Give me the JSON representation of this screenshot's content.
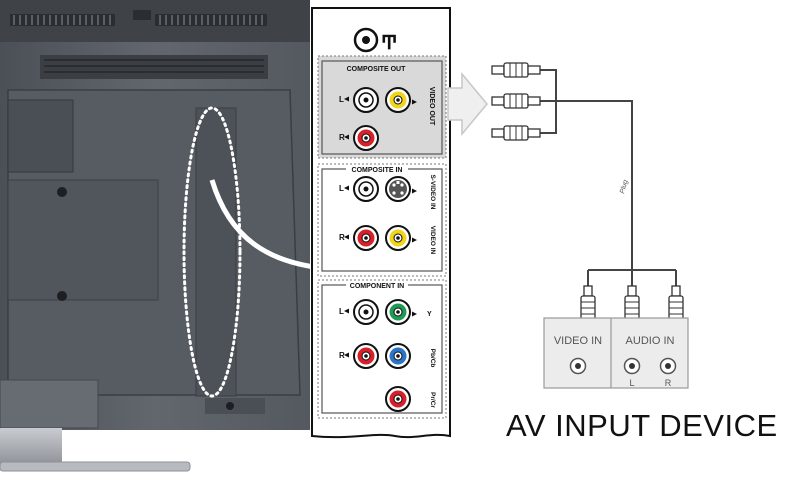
{
  "panel": {
    "antenna_symbol": "Ͳ",
    "composite_out": {
      "title": "COMPOSITE OUT",
      "side_label": "VIDEO OUT",
      "left_label": "L",
      "right_label": "R"
    },
    "composite_in": {
      "title": "COMPOSITE IN",
      "svideo_label": "S-VIDEO IN",
      "video_label": "VIDEO IN",
      "left_label": "L",
      "right_label": "R"
    },
    "component_in": {
      "title": "COMPONENT IN",
      "y_label": "Y",
      "pb_label": "Pb/Cb",
      "pr_label": "Pr/Cr",
      "left_label": "L",
      "right_label": "R"
    }
  },
  "cable": {
    "label": "Plug"
  },
  "device": {
    "video_label": "VIDEO IN",
    "audio_label": "AUDIO IN",
    "left_label": "L",
    "right_label": "R",
    "title": "AV INPUT DEVICE"
  },
  "colors": {
    "video": "#f2d51a",
    "audio_right": "#d6202a",
    "audio_left": "#ffffff",
    "component_y": "#1f9a55",
    "component_pb": "#2a74c9",
    "component_pr": "#d6202a",
    "tv_body": "#5b6066"
  }
}
